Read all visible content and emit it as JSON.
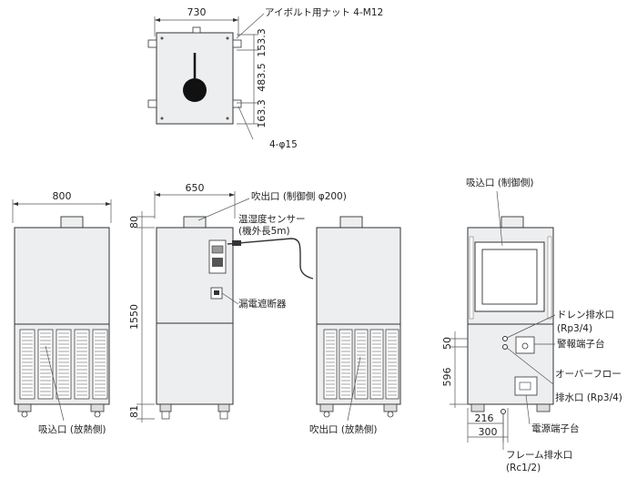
{
  "top_view": {
    "width_label": "730",
    "eyebolt_label": "アイボルト用ナット 4-M12",
    "dim_upper": "153.3",
    "dim_middle": "483.5",
    "dim_lower": "163.3",
    "hole_label": "4-φ15"
  },
  "side_view": {
    "width_label": "800",
    "intake_label": "吸込口 (放熱側)"
  },
  "front_view": {
    "width_label": "650",
    "outlet_label": "吹出口 (制御側 φ200)",
    "sensor_label_1": "温湿度センサー",
    "sensor_label_2": "(機外長5m)",
    "breaker_label": "漏電遮断器",
    "dim_top": "80",
    "dim_body": "1550",
    "dim_base": "81"
  },
  "back_view": {
    "outlet_label": "吹出口 (放熱側)"
  },
  "control_side_view": {
    "intake_label": "吸込口 (制御側)",
    "drain_label_1": "ドレン排水口",
    "drain_label_2": "(Rp3/4)",
    "alarm_label": "警報端子台",
    "overflow_label_1": "オーバーフロー",
    "overflow_label_2": "排水口 (Rp3/4)",
    "power_label": "電源端子台",
    "frame_drain_label_1": "フレーム排水口",
    "frame_drain_label_2": "(Rc1/2)",
    "dim_50": "50",
    "dim_596": "596",
    "dim_216": "216",
    "dim_300": "300"
  }
}
